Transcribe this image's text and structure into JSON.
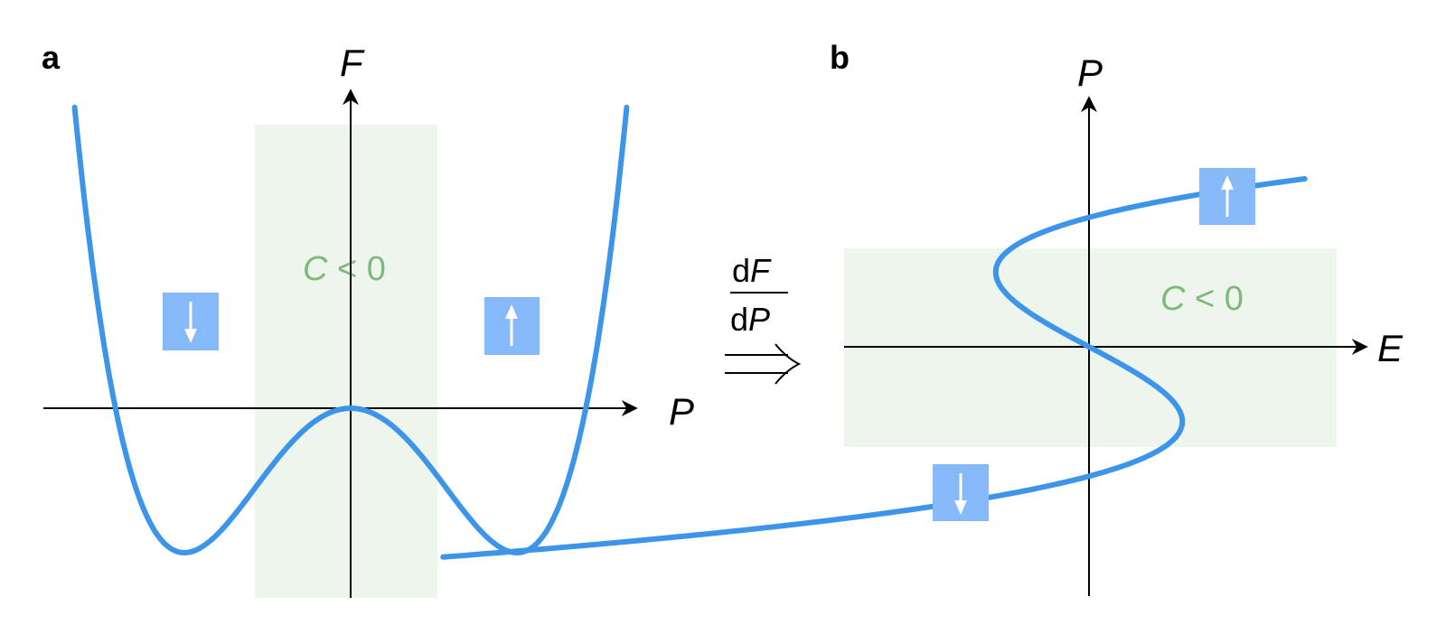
{
  "colors": {
    "curve": "#3d95ea",
    "region": "#eef5ec",
    "region_text": "#7fb87a",
    "arrow_box": "#86b9f7",
    "arrow": "#ffffff",
    "axis": "#000000"
  },
  "panel_a": {
    "label": "a",
    "x_axis": "P",
    "y_axis": "F",
    "region_label": {
      "italic": "C",
      "rest": " < 0"
    },
    "left_box": {
      "icon": "down-arrow-icon"
    },
    "right_box": {
      "icon": "up-arrow-icon"
    },
    "curve": "double-well free energy"
  },
  "transition": {
    "numerator": {
      "d": "d",
      "var": "F"
    },
    "denominator": {
      "d": "d",
      "var": "P"
    },
    "symbol": "⟹"
  },
  "panel_b": {
    "label": "b",
    "x_axis": "E",
    "y_axis": "P",
    "region_label": {
      "italic": "C",
      "rest": " < 0"
    },
    "top_box": {
      "icon": "up-arrow-icon"
    },
    "bottom_box": {
      "icon": "down-arrow-icon"
    },
    "curve": "S-shaped polarization"
  }
}
